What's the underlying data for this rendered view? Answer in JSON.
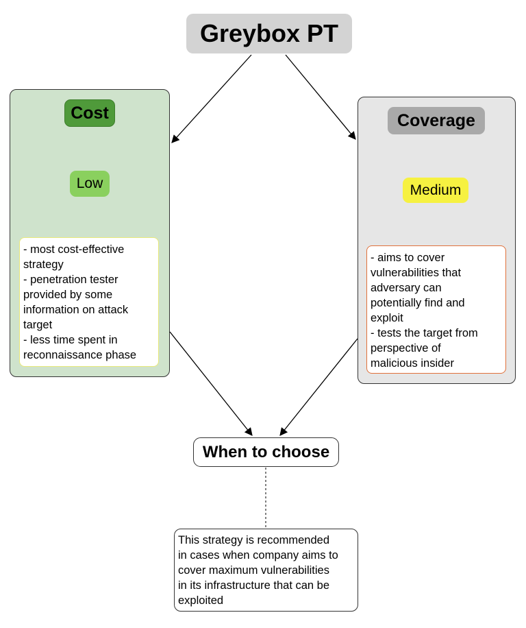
{
  "title": "Greybox PT",
  "cost": {
    "label": "Cost",
    "level": "Low",
    "description": "- most cost-effective\nstrategy\n- penetration tester\nprovided by some\ninformation on attack\ntarget\n- less time spent in\nreconnaissance phase"
  },
  "coverage": {
    "label": "Coverage",
    "level": "Medium",
    "description": "- aims to cover\nvulnerabilities that\nadversary can\npotentially find and\nexploit\n- tests the target from\nperspective of\nmalicious insider"
  },
  "when": {
    "label": "When to choose",
    "description": "This strategy is recommended\nin cases when company aims to\ncover maximum vulnerabilities\nin its infrastructure that can be\nexploited"
  },
  "colors": {
    "cost_panel": "#cfe3cc",
    "cost_title": "#4f9a3a",
    "cost_level": "#8ad05e",
    "coverage_panel": "#e6e6e6",
    "coverage_title": "#a9a9a9",
    "coverage_level": "#f6f141",
    "title_box": "#d3d3d3"
  }
}
